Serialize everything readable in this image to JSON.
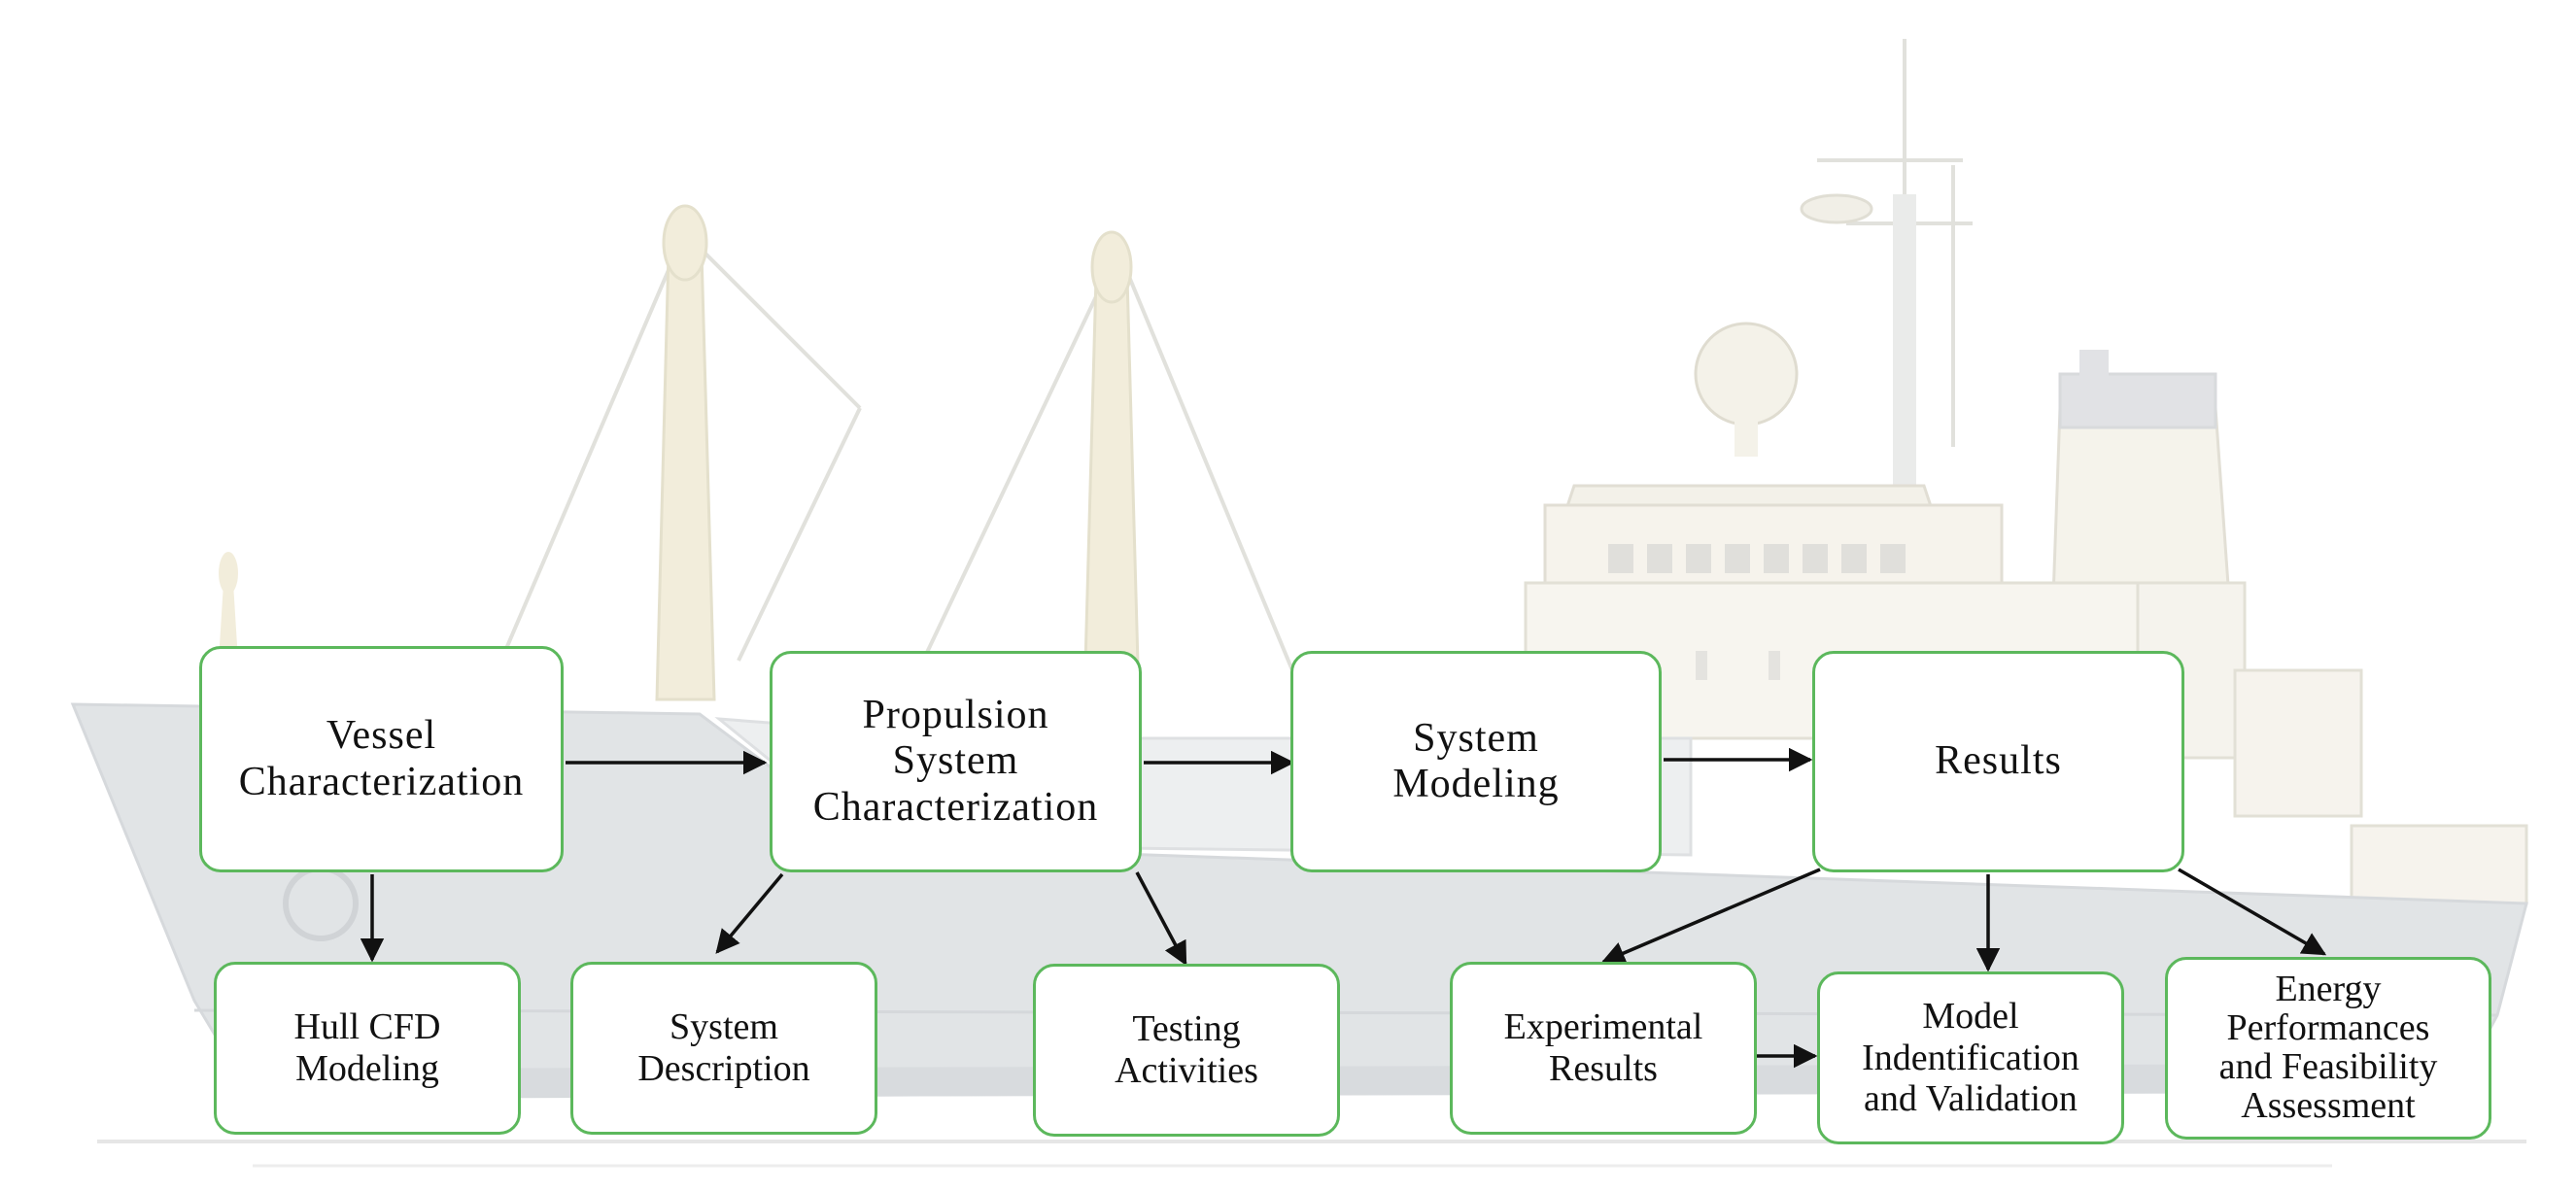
{
  "colors": {
    "box_border": "#5cb85c",
    "box_fill": "#ffffff",
    "arrow": "#111111",
    "ship_body": "#d4d8dc",
    "ship_super": "#ede9dc",
    "mast": "#e9e3c9"
  },
  "background": {
    "illustration": "faded-cargo-ship"
  },
  "nodes": {
    "vessel": "Vessel\nCharacterization",
    "propulsion": "Propulsion\nSystem\nCharacterization",
    "modeling": "System\nModeling",
    "results": "Results",
    "hull_cfd": "Hull CFD\nModeling",
    "sys_desc": "System\nDescription",
    "testing": "Testing\nActivities",
    "experimental": "Experimental\nResults",
    "model_id": "Model\nIndentification\nand Validation",
    "energy": "Energy\nPerformances\nand Feasibility\nAssessment"
  },
  "edges": [
    [
      "vessel",
      "propulsion"
    ],
    [
      "propulsion",
      "modeling"
    ],
    [
      "modeling",
      "results"
    ],
    [
      "vessel",
      "hull_cfd"
    ],
    [
      "propulsion",
      "sys_desc"
    ],
    [
      "propulsion",
      "testing"
    ],
    [
      "results",
      "experimental"
    ],
    [
      "results",
      "model_id"
    ],
    [
      "results",
      "energy"
    ],
    [
      "experimental",
      "model_id"
    ]
  ]
}
